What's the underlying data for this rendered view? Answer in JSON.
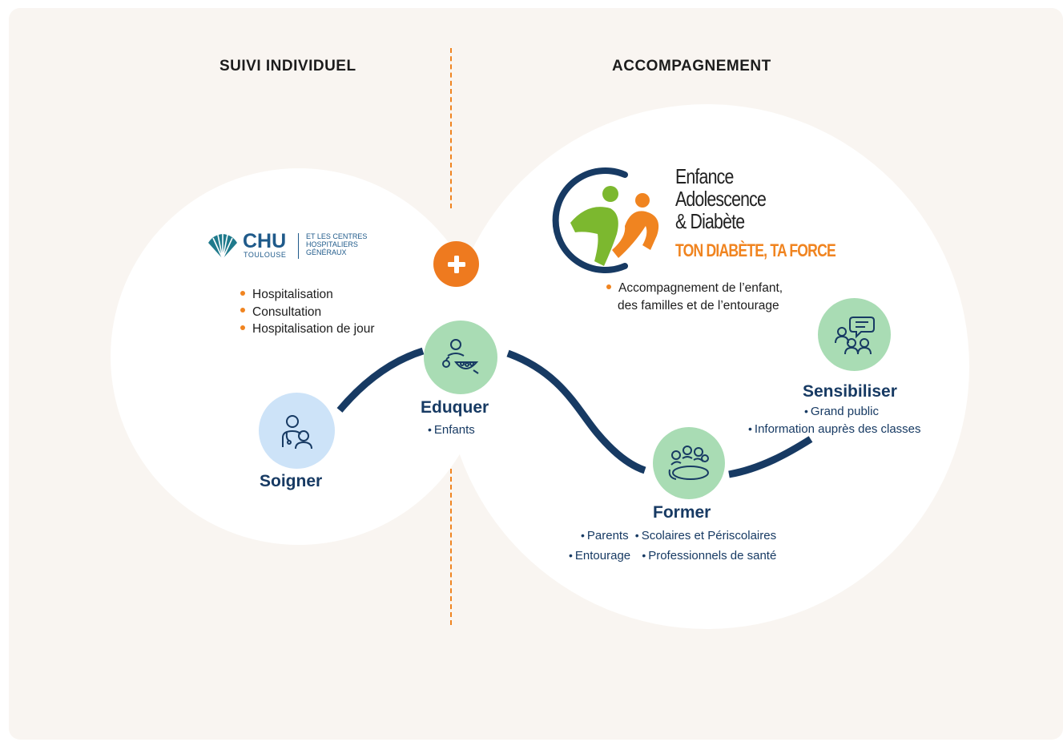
{
  "colors": {
    "background": "#f9f5f1",
    "accent": "#ee7a1f",
    "navy": "#173a63",
    "green_node": "#a9dcb4",
    "blue_node": "#cde3f8"
  },
  "headings": {
    "left": "SUIVI INDIVIDUEL",
    "right": "ACCOMPAGNEMENT"
  },
  "chu": {
    "name": "CHU",
    "city": "TOULOUSE",
    "partner_lines": [
      "ET LES CENTRES",
      "HOSPITALIERS",
      "GÉNÉRAUX"
    ],
    "services": [
      "Hospitalisation",
      "Consultation",
      "Hospitalisation de jour"
    ]
  },
  "ead": {
    "title_lines": [
      "Enfance",
      "Adolescence",
      "& Diabète"
    ],
    "tagline": "TON DIABÈTE, TA FORCE",
    "description_lines": [
      "Accompagnement de l’enfant,",
      "des familles et de l’entourage"
    ]
  },
  "plus_icon": "plus-icon",
  "nodes": {
    "soigner": {
      "label": "Soigner",
      "icon": "doctor-patient-icon"
    },
    "eduquer": {
      "label": "Eduquer",
      "icon": "child-nutrition-icon",
      "items": [
        "Enfants"
      ]
    },
    "former": {
      "label": "Former",
      "icon": "group-meeting-icon",
      "items_row1": [
        "Parents",
        "Scolaires et Périscolaires"
      ],
      "items_row2": [
        "Entourage",
        "Professionnels de santé"
      ]
    },
    "sensibiliser": {
      "label": "Sensibiliser",
      "icon": "speech-group-icon",
      "items": [
        "Grand public",
        "Information auprès des classes"
      ]
    }
  }
}
